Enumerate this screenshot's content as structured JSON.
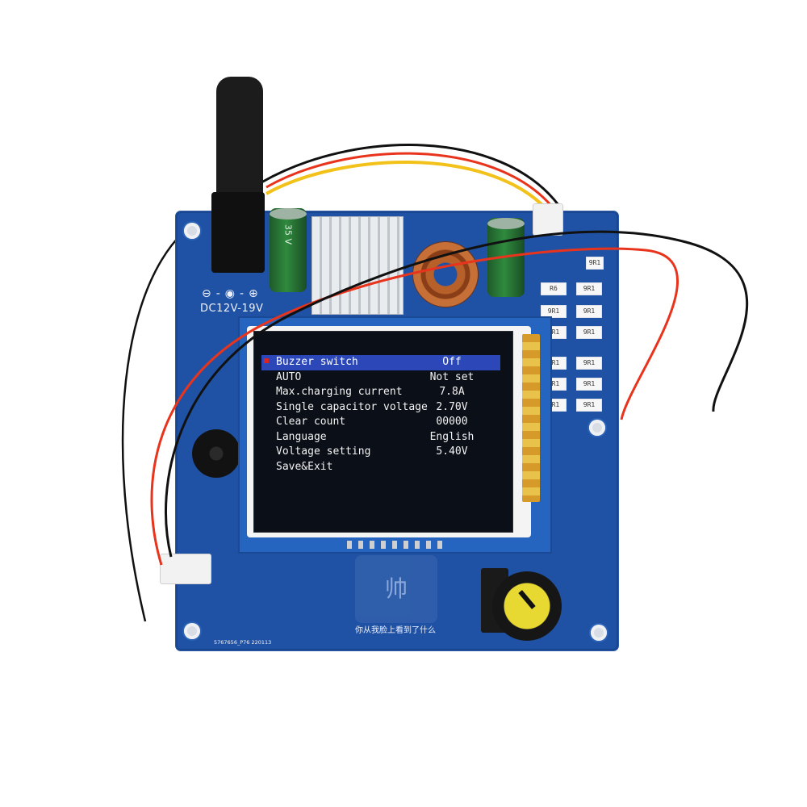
{
  "board": {
    "silkscreen_input": "DC12V-19V",
    "silkscreen_polarity": "⊖-◉-⊕",
    "silkscreen_partno": "5767656_P76 220113",
    "silkscreen_chinese": "你从我脸上看到了什么",
    "resistor_labels": [
      "R6",
      "9R1",
      "9R1",
      "9R1",
      "9R1",
      "9R1",
      "9R1",
      "9R1",
      "9R1",
      "9R1",
      "9R1",
      "9R1",
      "9R1"
    ],
    "capacitor_label": "35 V",
    "logo_glyph": "帅"
  },
  "lcd": {
    "menu": [
      {
        "label": "Buzzer switch",
        "value": "Off",
        "selected": true
      },
      {
        "label": "AUTO",
        "value": "Not set",
        "selected": false
      },
      {
        "label": "Max.charging current",
        "value": "7.8A",
        "selected": false
      },
      {
        "label": "Single capacitor voltage",
        "value": "2.70V",
        "selected": false
      },
      {
        "label": "Clear count",
        "value": "00000",
        "selected": false
      },
      {
        "label": "Language",
        "value": "English",
        "selected": false
      },
      {
        "label": "Voltage setting",
        "value": "5.40V",
        "selected": false
      },
      {
        "label": "Save&Exit",
        "value": "",
        "selected": false
      }
    ]
  },
  "colors": {
    "pcb": "#1f52a4",
    "selection_bar": "#2b47b8",
    "lcd_background": "#0b0f17",
    "knob_cap": "#e8d832",
    "wire_red": "#e8341c",
    "wire_black": "#111111",
    "wire_yellow": "#f2c21a"
  }
}
